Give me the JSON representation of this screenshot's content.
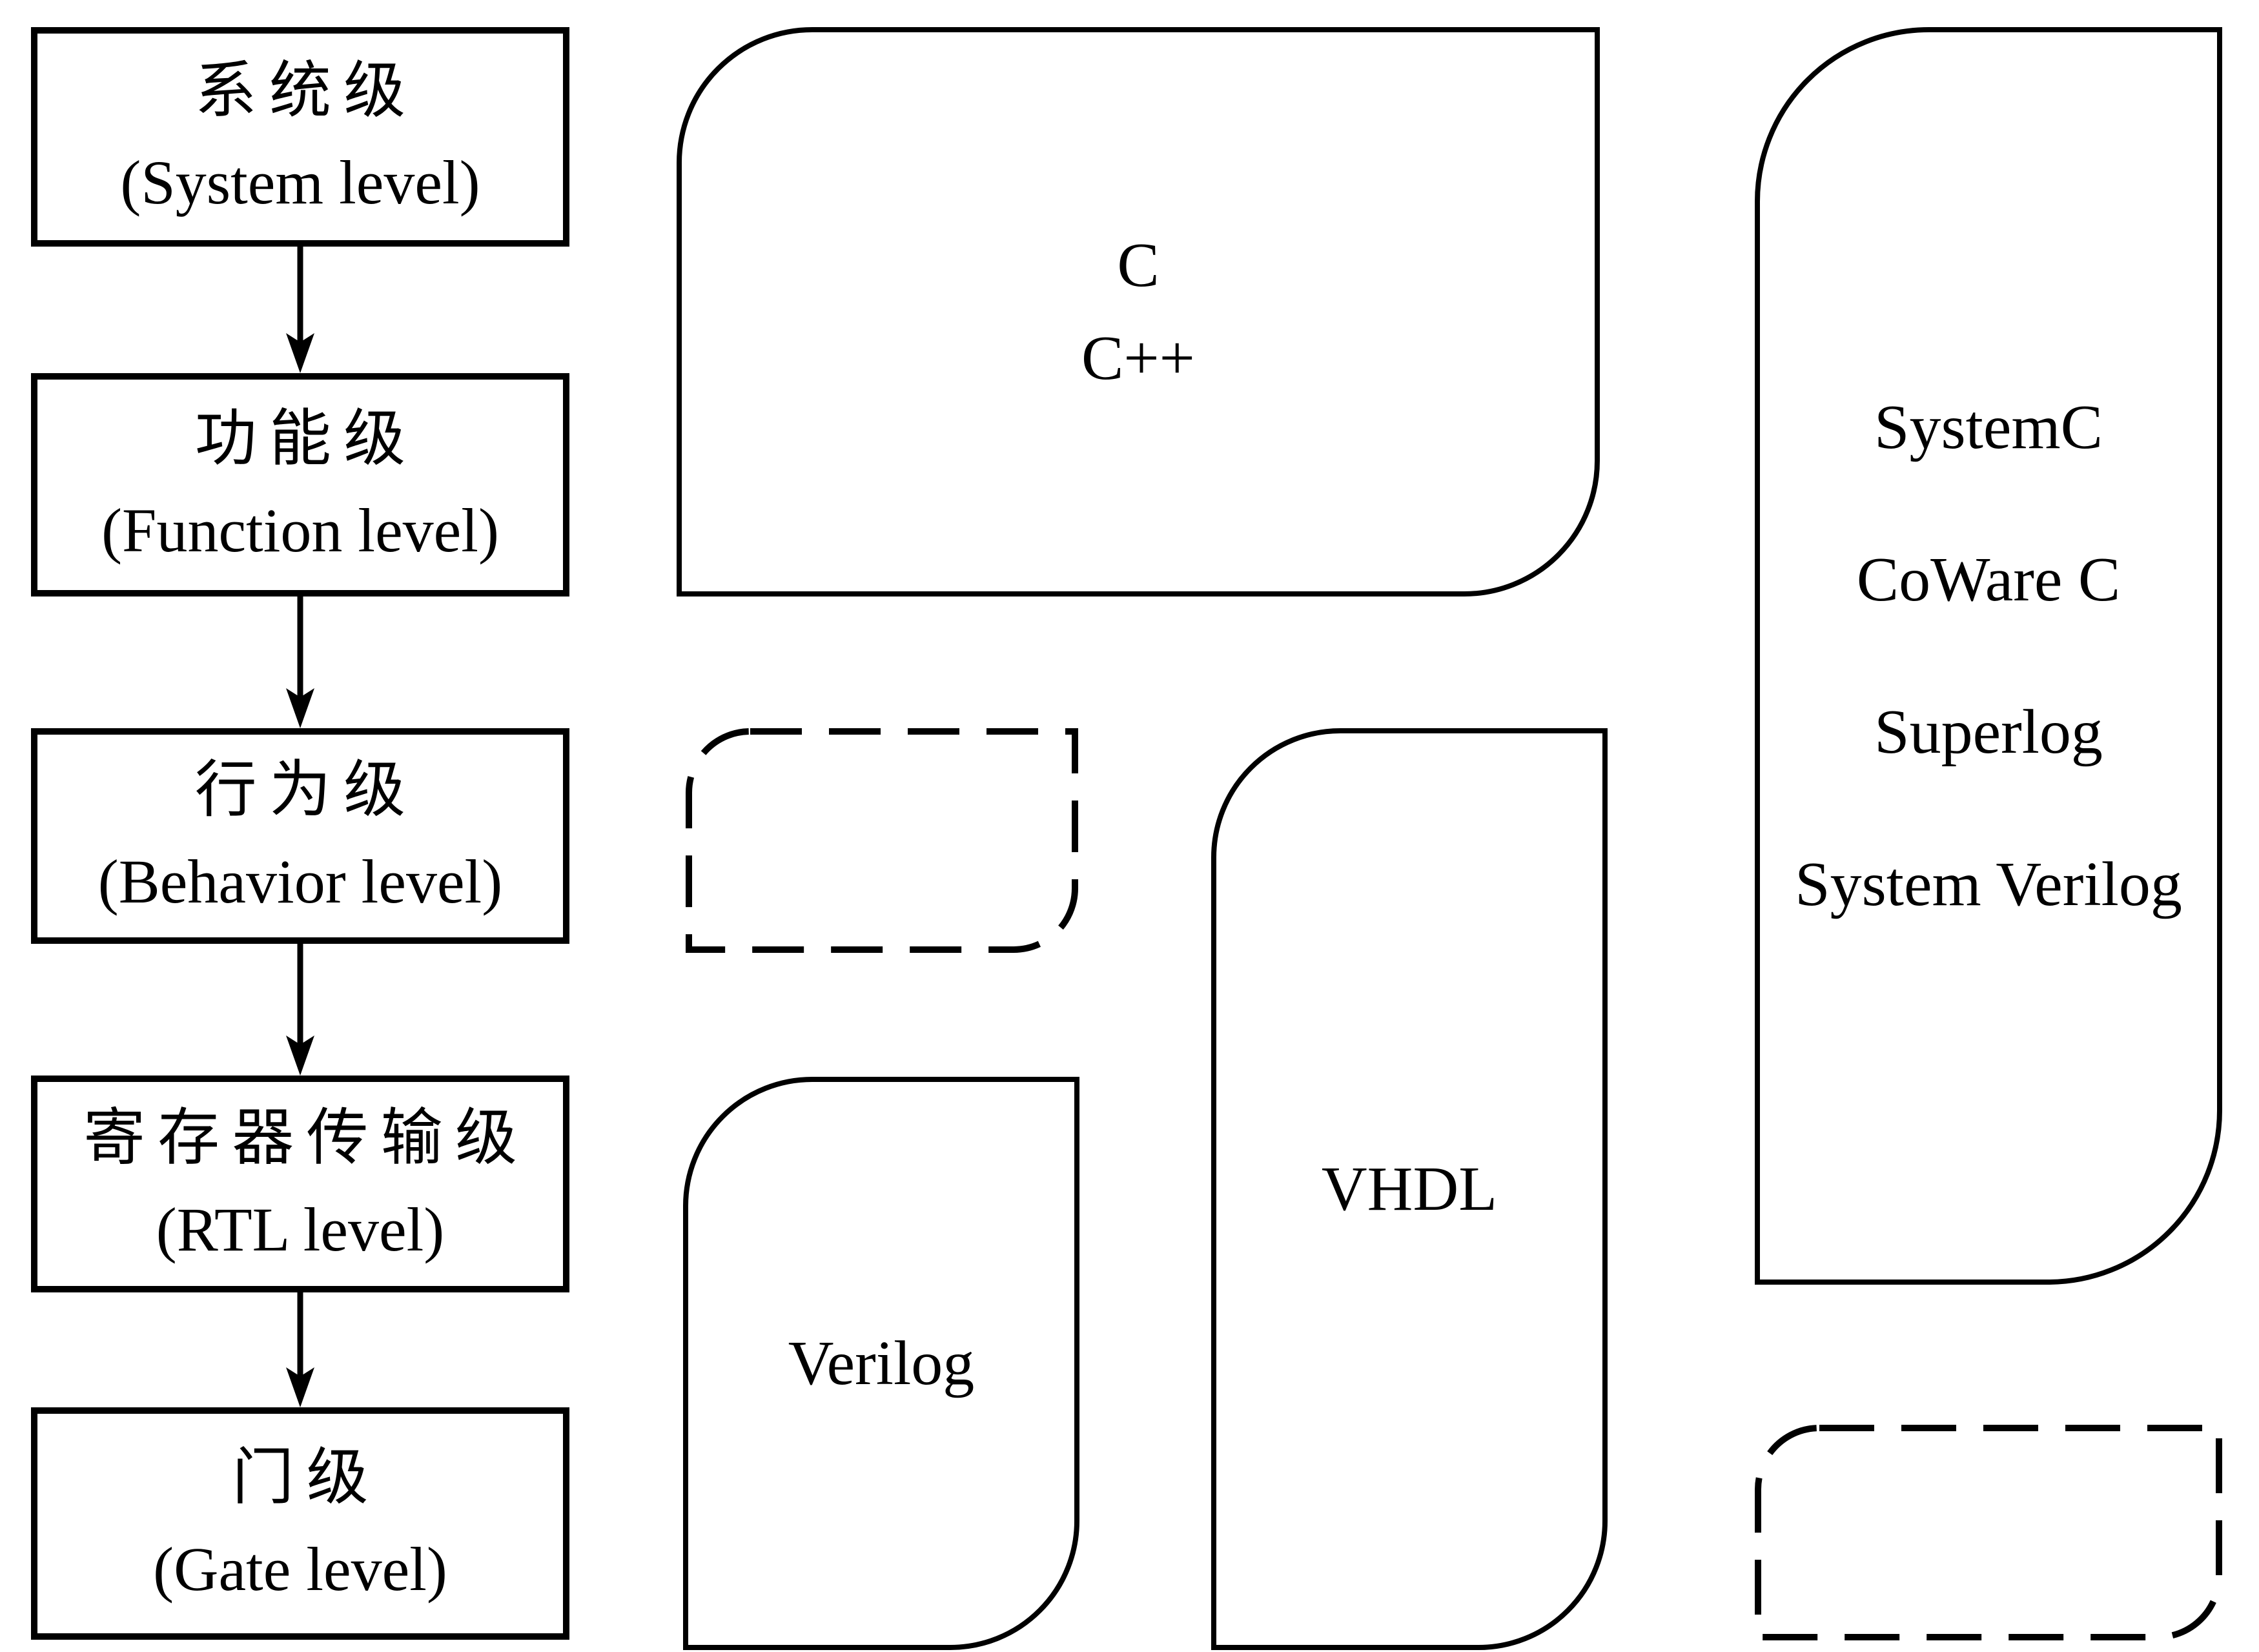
{
  "diagram": {
    "levels": [
      {
        "zh": "系统级",
        "en": "(System level)"
      },
      {
        "zh": "功能级",
        "en": "(Function level)"
      },
      {
        "zh": "行为级",
        "en": "(Behavior level)"
      },
      {
        "zh": "寄存器传输级",
        "en": "(RTL level)"
      },
      {
        "zh": "门级",
        "en": "(Gate level)"
      }
    ],
    "c_shape": {
      "lines": [
        "C",
        "C++"
      ]
    },
    "verilog_label": "Verilog",
    "vhdl_label": "VHDL",
    "system_languages": [
      "SystemC",
      "CoWare C",
      "Superlog",
      "System Verilog"
    ],
    "colors": {
      "line": "#000000",
      "background": "#ffffff"
    }
  }
}
